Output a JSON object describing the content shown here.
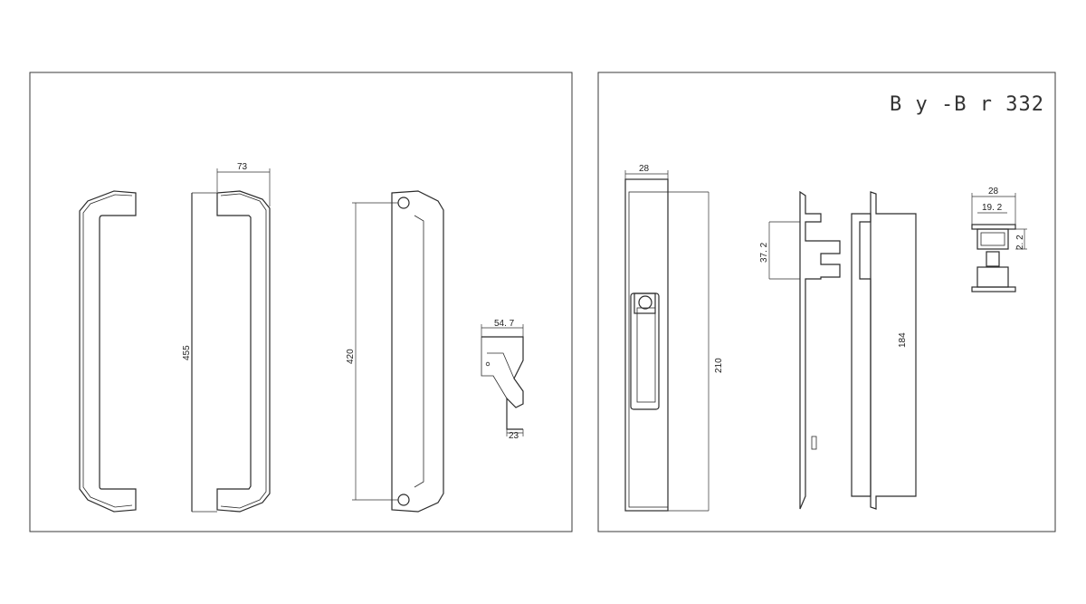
{
  "title": "B y -B r 332",
  "left_panel": {
    "dims": {
      "width_73": "73",
      "height_455": "455",
      "hole_spacing_420": "420",
      "projection_54_7": "54. 7",
      "base_23": "23"
    }
  },
  "right_panel": {
    "dims": {
      "width_28": "28",
      "height_210": "210",
      "offset_37_2": "37. 2",
      "inner_184": "184",
      "top_28": "28",
      "inner_19_2": "19. 2",
      "depth_2_2": "2. 2"
    }
  }
}
